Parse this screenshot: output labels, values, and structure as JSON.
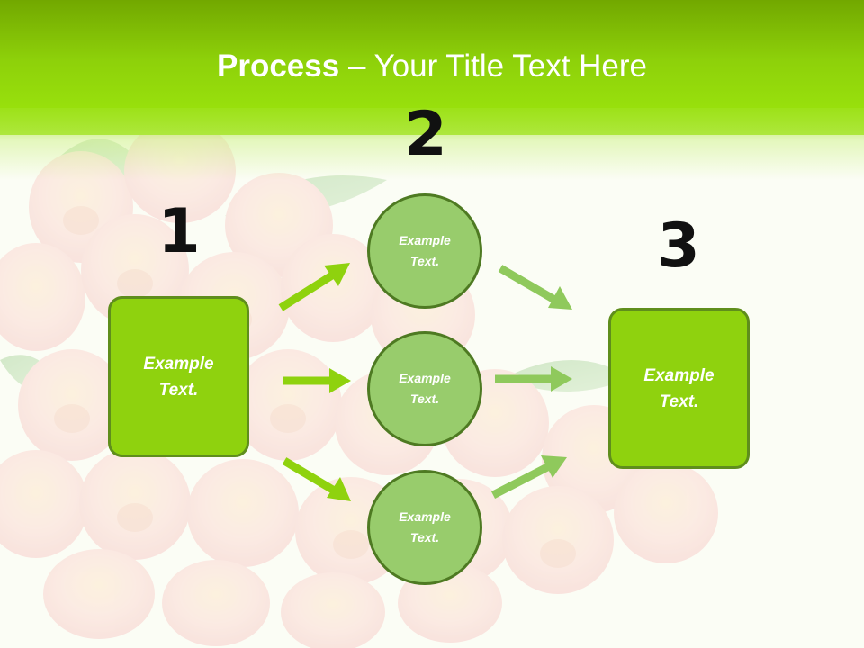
{
  "slide": {
    "title_bold": "Process",
    "title_rest": " – Your Title Text Here"
  },
  "steps": {
    "one": {
      "number": "1",
      "text_line1": "Example",
      "text_line2": "Text."
    },
    "two": {
      "number": "2"
    },
    "three": {
      "number": "3",
      "text_line1": "Example",
      "text_line2": "Text."
    }
  },
  "circles": [
    {
      "line1": "Example",
      "line2": "Text."
    },
    {
      "line1": "Example",
      "line2": "Text."
    },
    {
      "line1": "Example",
      "line2": "Text."
    }
  ],
  "colors": {
    "title_bar": "#8ed10a",
    "box_fill": "#8fd20e",
    "box_border": "#5f8e1c",
    "circle_fill": "#98cc6c",
    "circle_border": "#4e7a22",
    "arrow_bright": "#8fd20e",
    "arrow_muted": "#8fc95c"
  },
  "background_image": "pink-tulips-bouquet"
}
